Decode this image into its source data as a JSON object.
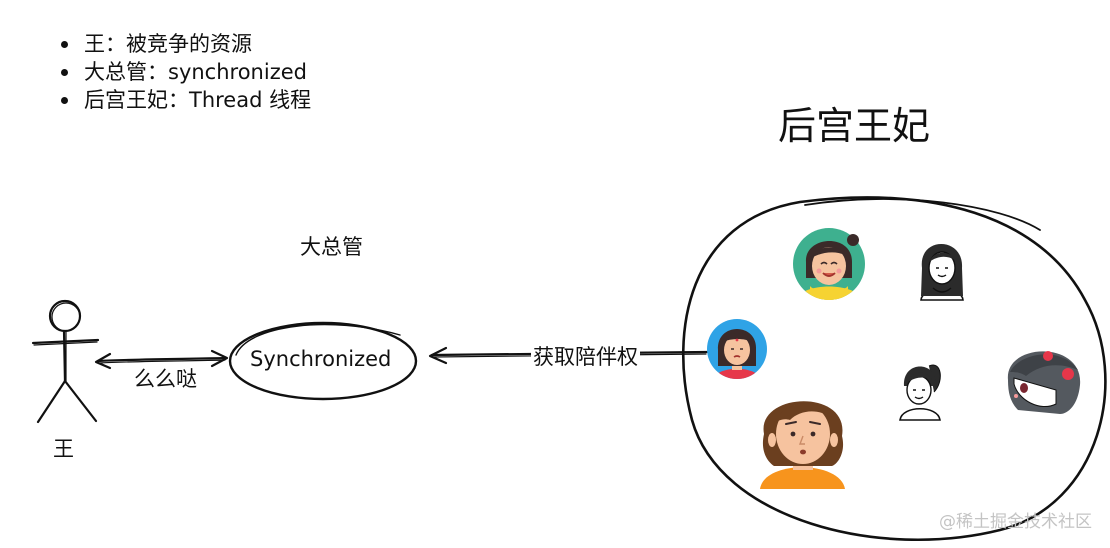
{
  "legend": {
    "items": [
      "王：被竞争的资源",
      "大总管：synchronized",
      "后宫王妃：Thread 线程"
    ]
  },
  "diagram": {
    "harem_title": "后宫王妃",
    "manager_title": "大总管",
    "sync_node": "Synchronized",
    "king_label": "王",
    "call_label": "么么哒",
    "accompany_label": "获取陪伴权"
  },
  "watermark": "@稀土掘金技术社区",
  "colors": {
    "ink": "#111111",
    "skin": "#f6c39f",
    "hair_dark": "#3b2a29",
    "hair_brown": "#6b3f1f",
    "teal_bg": "#3eb08f",
    "blue_bg": "#2fa3e6",
    "orange_shirt": "#f7941d",
    "yellow_shirt": "#f6d332",
    "red_accent": "#e6374a",
    "gray_hair": "#54595f",
    "watermark": "#c4c4c4"
  },
  "icons": [
    "stick-figure-icon",
    "girl-teal-avatar-icon",
    "girl-outline-avatar-icon",
    "girl-blue-avatar-icon",
    "girl-ponytail-avatar-icon",
    "anime-girl-avatar-icon",
    "woman-large-avatar-icon"
  ]
}
